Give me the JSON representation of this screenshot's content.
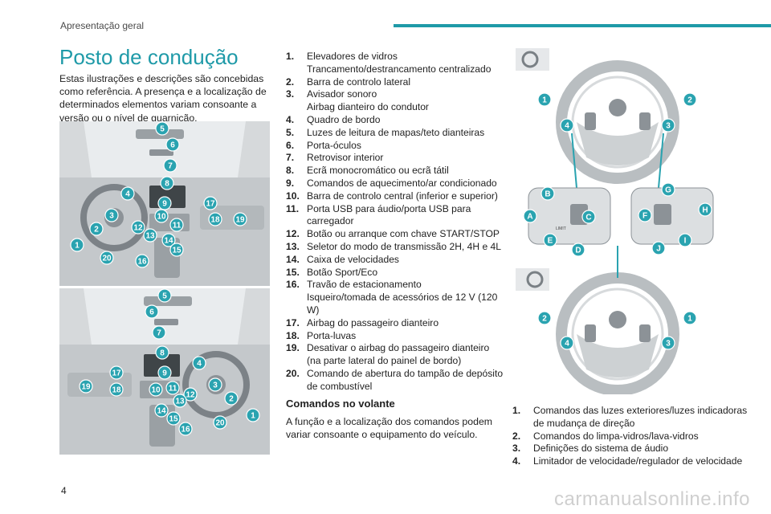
{
  "header": {
    "section": "Apresentação geral"
  },
  "title": "Posto de condução",
  "intro": "Estas ilustrações e descrições são concebidas como referência. A presença e a localização de determinados elementos variam consoante a versão ou o nível de guarnição.",
  "cockpit_items": [
    {
      "n": "1.",
      "t": "Elevadores de vidros",
      "t2": "Trancamento/destrancamento centralizado"
    },
    {
      "n": "2.",
      "t": "Barra de controlo lateral",
      "t2": ""
    },
    {
      "n": "3.",
      "t": "Avisador sonoro",
      "t2": "Airbag dianteiro do condutor"
    },
    {
      "n": "4.",
      "t": "Quadro de bordo",
      "t2": ""
    },
    {
      "n": "5.",
      "t": "Luzes de leitura de mapas/teto dianteiras",
      "t2": ""
    },
    {
      "n": "6.",
      "t": "Porta-óculos",
      "t2": ""
    },
    {
      "n": "7.",
      "t": "Retrovisor interior",
      "t2": ""
    },
    {
      "n": "8.",
      "t": "Ecrã monocromático ou ecrã tátil",
      "t2": ""
    },
    {
      "n": "9.",
      "t": "Comandos de aquecimento/ar condicionado",
      "t2": ""
    },
    {
      "n": "10.",
      "t": "Barra de controlo central (inferior e superior)",
      "t2": ""
    },
    {
      "n": "11.",
      "t": "Porta USB para áudio/porta USB para carregador",
      "t2": ""
    },
    {
      "n": "12.",
      "t": "Botão ou arranque com chave START/STOP",
      "t2": ""
    },
    {
      "n": "13.",
      "t": "Seletor do modo de transmissão 2H, 4H e 4L",
      "t2": ""
    },
    {
      "n": "14.",
      "t": "Caixa de velocidades",
      "t2": ""
    },
    {
      "n": "15.",
      "t": "Botão Sport/Eco",
      "t2": ""
    },
    {
      "n": "16.",
      "t": "Travão de estacionamento",
      "t2": "Isqueiro/tomada de acessórios de 12 V (120 W)"
    },
    {
      "n": "17.",
      "t": "Airbag do passageiro dianteiro",
      "t2": ""
    },
    {
      "n": "18.",
      "t": "Porta-luvas",
      "t2": ""
    },
    {
      "n": "19.",
      "t": "Desativar o airbag do passageiro dianteiro (na parte lateral do painel de bordo)",
      "t2": ""
    },
    {
      "n": "20.",
      "t": "Comando de abertura do tampão de depósito de combustível",
      "t2": ""
    }
  ],
  "wheel_section": {
    "title": "Comandos no volante",
    "text": "A função e a localização dos comandos podem variar consoante o equipamento do veículo."
  },
  "wheel_items": [
    {
      "n": "1.",
      "t": "Comandos das luzes exteriores/luzes indicadoras de mudança de direção"
    },
    {
      "n": "2.",
      "t": "Comandos do limpa-vidros/lava-vidros"
    },
    {
      "n": "3.",
      "t": "Definições do sistema de áudio"
    },
    {
      "n": "4.",
      "t": "Limitador de velocidade/regulador de velocidade"
    }
  ],
  "cockpit_badges_top": [
    "5",
    "6",
    "7",
    "8",
    "4",
    "9",
    "17",
    "3",
    "10",
    "11",
    "18",
    "19",
    "12",
    "13",
    "2",
    "14",
    "15",
    "1",
    "20",
    "16"
  ],
  "cockpit_badges_bottom": [
    "5",
    "6",
    "7",
    "8",
    "4",
    "9",
    "17",
    "3",
    "19",
    "18",
    "10",
    "11",
    "12",
    "13",
    "2",
    "14",
    "15",
    "1",
    "20",
    "16"
  ],
  "wheel_badges_top": [
    "1",
    "2",
    "4",
    "3"
  ],
  "wheel_badges_mid": [
    "B",
    "A",
    "C",
    "E",
    "D",
    "G",
    "F",
    "H",
    "J",
    "I"
  ],
  "wheel_badges_bottom": [
    "2",
    "1",
    "4",
    "3"
  ],
  "panel_labels": [
    "LIMIT"
  ],
  "page_number": "4",
  "watermark": "carmanualsonline.info",
  "colors": {
    "accent": "#1f9aa8",
    "badge": "#2aa3b0"
  }
}
